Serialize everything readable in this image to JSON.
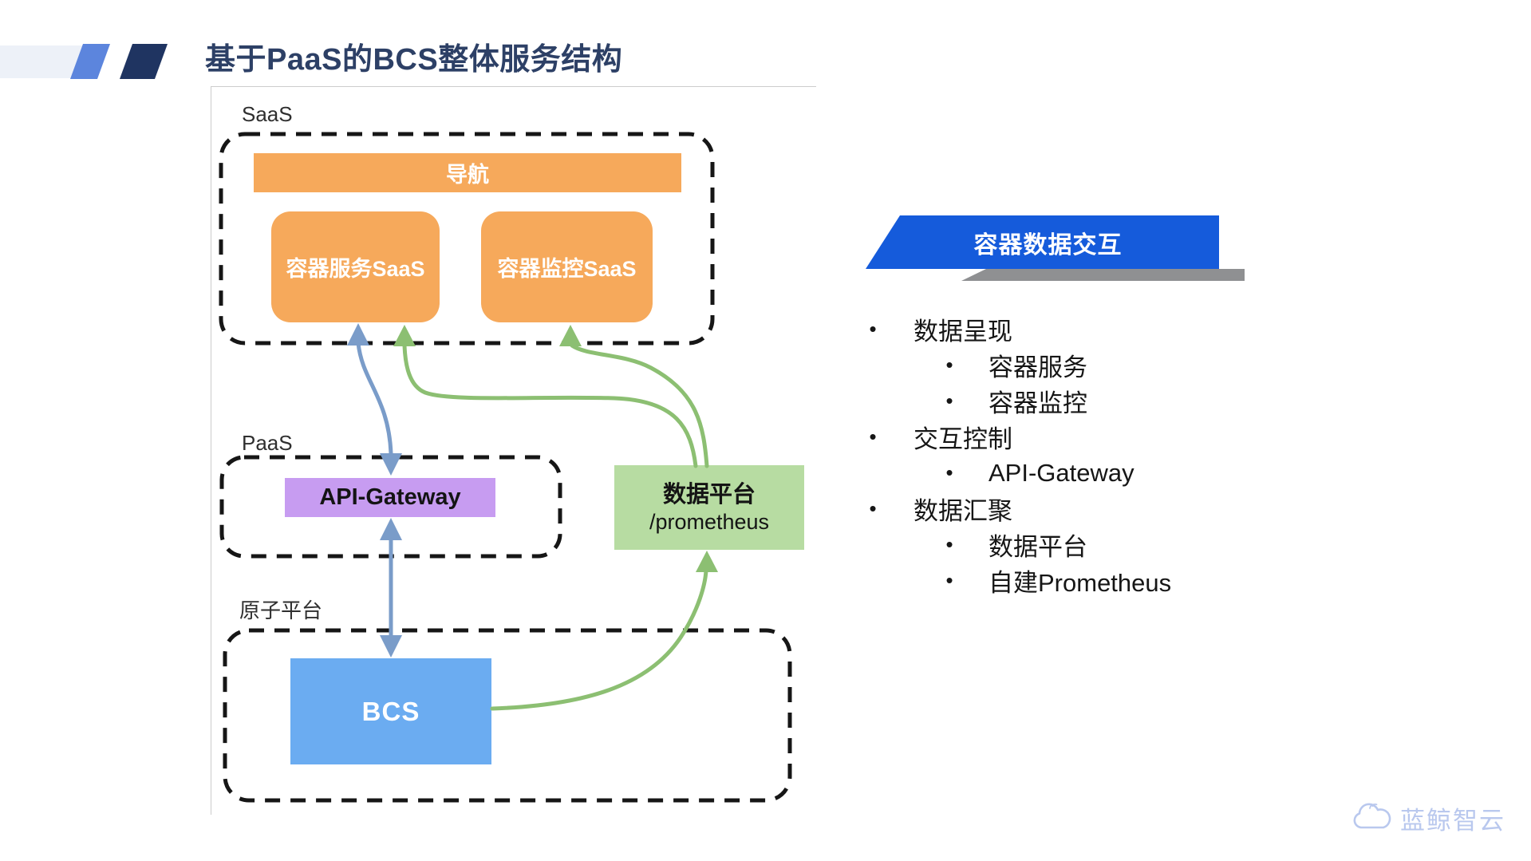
{
  "title": "基于PaaS的BCS整体服务结构",
  "diagram": {
    "saas_label": "SaaS",
    "nav_label": "导航",
    "container_service_saas": "容器服务SaaS",
    "container_monitor_saas": "容器监控SaaS",
    "paas_label": "PaaS",
    "api_gateway": "API-Gateway",
    "data_platform_line1": "数据平台",
    "data_platform_line2": "/prometheus",
    "atomic_label": "原子平台",
    "bcs": "BCS"
  },
  "panel": {
    "banner_label": "容器数据交互",
    "bullets": [
      {
        "label": "数据呈现",
        "children": [
          "容器服务",
          "容器监控"
        ]
      },
      {
        "label": "交互控制",
        "children": [
          "API-Gateway"
        ]
      },
      {
        "label": "数据汇聚",
        "children": [
          "数据平台",
          "自建Prometheus"
        ]
      }
    ]
  },
  "logo": {
    "text": "蓝鲸智云"
  },
  "colors": {
    "orange": "#f6a95b",
    "purple": "#c79cf1",
    "green_fill": "#b7dca2",
    "blue_fill": "#6bacf1",
    "arrow_blue": "#7a9cc9",
    "arrow_green": "#8cbf72",
    "banner_blue": "#155bdb",
    "banner_shadow": "#8f9092",
    "accent_light": "#5c85dd",
    "accent_dark": "#1f3461",
    "title_color": "#2d4066",
    "panel_bg": "#edf1f8",
    "logo_blue": "#b9c8ee",
    "dash_color": "#161616"
  }
}
